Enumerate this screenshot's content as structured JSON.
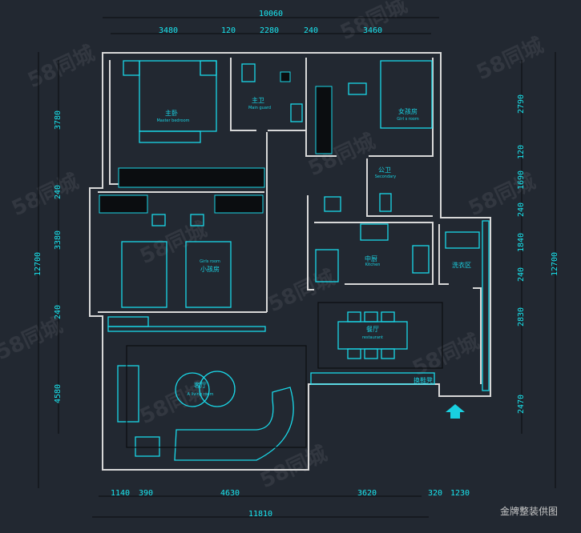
{
  "dimensions": {
    "top_total": "10060",
    "top": [
      "3480",
      "120",
      "2280",
      "240",
      "3460"
    ],
    "left_total": "12700",
    "left": [
      "3780",
      "240",
      "3380",
      "240",
      "4580"
    ],
    "right_total": "12700",
    "right": [
      "2790",
      "120",
      "1690",
      "240",
      "1840",
      "240",
      "2830",
      "2470"
    ],
    "bottom": [
      "1140",
      "390",
      "4630",
      "3620",
      "320",
      "1230"
    ],
    "bottom_total": "11810"
  },
  "rooms": {
    "master_bedroom": {
      "cn": "主卧",
      "en": "Master bedroom"
    },
    "main_bath": {
      "cn": "主卫",
      "en": "Main guard"
    },
    "girls_room": {
      "cn": "女孩房",
      "en": "Girl s room"
    },
    "secondary_bath": {
      "cn": "公卫",
      "en": "Secondary"
    },
    "kids_room": {
      "cn": "小孩房",
      "en": "Girls room"
    },
    "kitchen": {
      "cn": "中厨",
      "en": "Kitchen"
    },
    "laundry": {
      "cn": "洗衣区"
    },
    "dining": {
      "cn": "餐厅",
      "en": "restaurant"
    },
    "living": {
      "cn": "客厅",
      "en": "A living room"
    },
    "shoe_bench": {
      "cn": "换鞋凳"
    }
  },
  "watermark": "58同城",
  "credit": "金牌整装供图",
  "colors": {
    "background": "#222831",
    "cyan": "#1ad8e8",
    "wall": "#d8d8d8"
  }
}
